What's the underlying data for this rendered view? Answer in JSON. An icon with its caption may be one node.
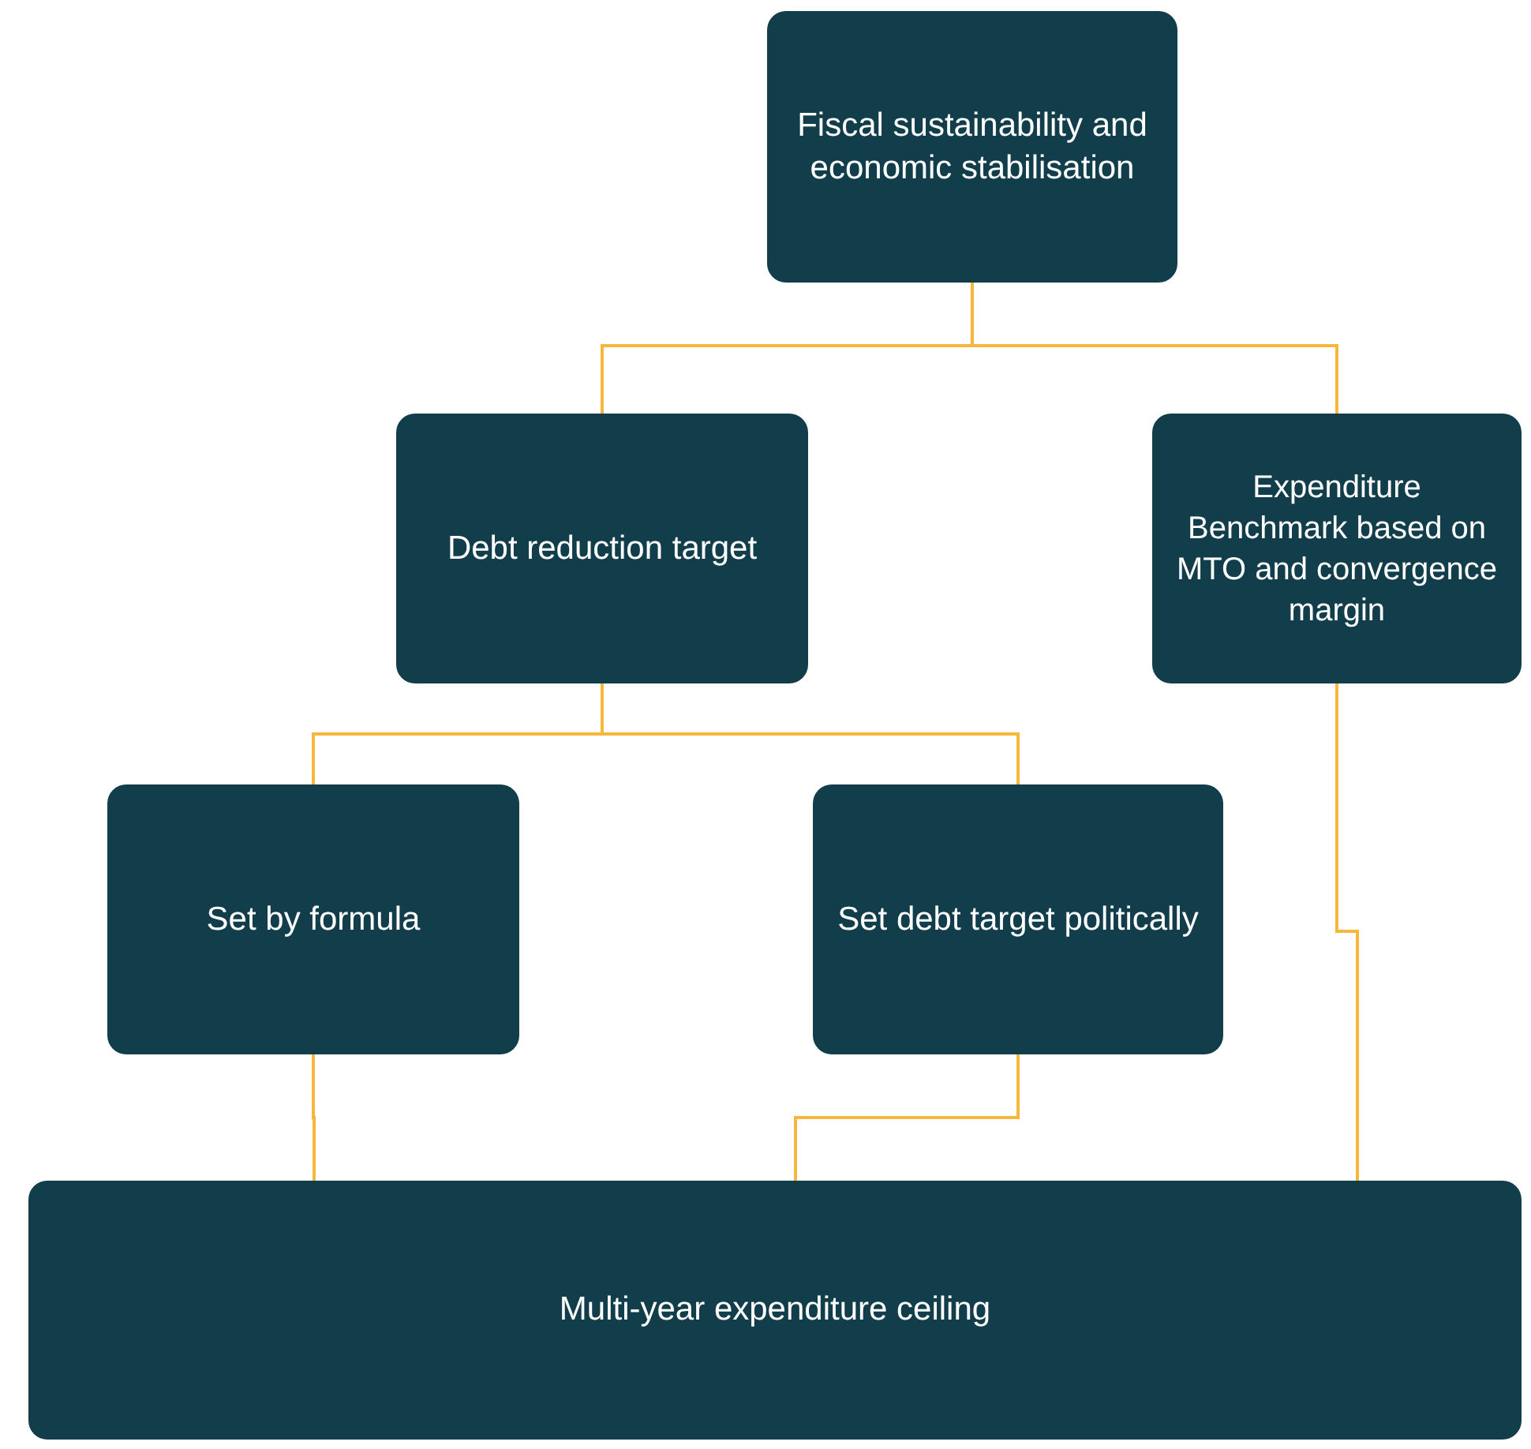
{
  "diagram": {
    "nodes": [
      {
        "text": [
          "Fiscal sustainability and economic stabilisation"
        ]
      },
      {
        "text": [
          "Debt reduction target"
        ]
      },
      {
        "text": [
          "Expenditure Benchmark based on MTO and convergence margin"
        ]
      },
      {
        "text": [
          "Set by formula"
        ]
      },
      {
        "text": [
          "Set debt target politically"
        ]
      },
      {
        "text": [
          "Multi-year expenditure ceiling"
        ]
      }
    ],
    "edges": [
      {
        "from": 0,
        "to": 1,
        "arrow": "none"
      },
      {
        "from": 0,
        "to": 2,
        "arrow": "none"
      },
      {
        "from": 1,
        "to": 3,
        "arrow": "none"
      },
      {
        "from": 1,
        "to": 4,
        "arrow": "none"
      },
      {
        "from": 3,
        "to": 5,
        "arrow": "none"
      },
      {
        "from": 4,
        "to": 5,
        "arrow": "none"
      },
      {
        "from": 2,
        "to": 5,
        "arrow": "none"
      }
    ]
  }
}
